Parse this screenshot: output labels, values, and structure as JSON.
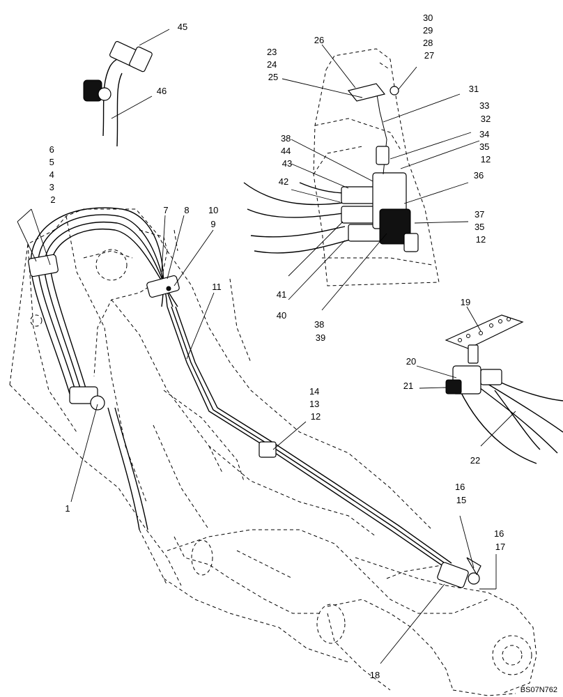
{
  "drawing": {
    "code": "BS07N762",
    "callouts": [
      {
        "id": "c45",
        "lines": [
          "45"
        ]
      },
      {
        "id": "c46",
        "lines": [
          "46"
        ]
      },
      {
        "id": "c6-2",
        "lines": [
          "6",
          "5",
          "4",
          "3",
          "2"
        ]
      },
      {
        "id": "c7",
        "lines": [
          "7"
        ]
      },
      {
        "id": "c8",
        "lines": [
          "8"
        ]
      },
      {
        "id": "c10-9",
        "lines": [
          "10",
          "9"
        ]
      },
      {
        "id": "c11",
        "lines": [
          "11"
        ]
      },
      {
        "id": "c1",
        "lines": [
          "1"
        ]
      },
      {
        "id": "c14-12",
        "lines": [
          "14",
          "13",
          "12"
        ]
      },
      {
        "id": "c23-25",
        "lines": [
          "23",
          "24",
          "25"
        ]
      },
      {
        "id": "c26",
        "lines": [
          "26"
        ]
      },
      {
        "id": "c30-27",
        "lines": [
          "30",
          "29",
          "28",
          "27"
        ]
      },
      {
        "id": "c31",
        "lines": [
          "31"
        ]
      },
      {
        "id": "c33-32",
        "lines": [
          "33",
          "32"
        ]
      },
      {
        "id": "c34-12",
        "lines": [
          "34",
          "35",
          "12"
        ]
      },
      {
        "id": "c38-43",
        "lines": [
          "38",
          "44",
          "43"
        ]
      },
      {
        "id": "c42",
        "lines": [
          "42"
        ]
      },
      {
        "id": "c36",
        "lines": [
          "36"
        ]
      },
      {
        "id": "c37-12",
        "lines": [
          "37",
          "35",
          "12"
        ]
      },
      {
        "id": "c41",
        "lines": [
          "41"
        ]
      },
      {
        "id": "c40",
        "lines": [
          "40"
        ]
      },
      {
        "id": "c38-39",
        "lines": [
          "38",
          "39"
        ]
      },
      {
        "id": "c19",
        "lines": [
          "19"
        ]
      },
      {
        "id": "c20",
        "lines": [
          "20"
        ]
      },
      {
        "id": "c21",
        "lines": [
          "21"
        ]
      },
      {
        "id": "c22",
        "lines": [
          "22"
        ]
      },
      {
        "id": "c16-15",
        "lines": [
          "16",
          "15"
        ]
      },
      {
        "id": "c16-17",
        "lines": [
          "16",
          "17"
        ]
      },
      {
        "id": "c18",
        "lines": [
          "18"
        ]
      }
    ]
  }
}
